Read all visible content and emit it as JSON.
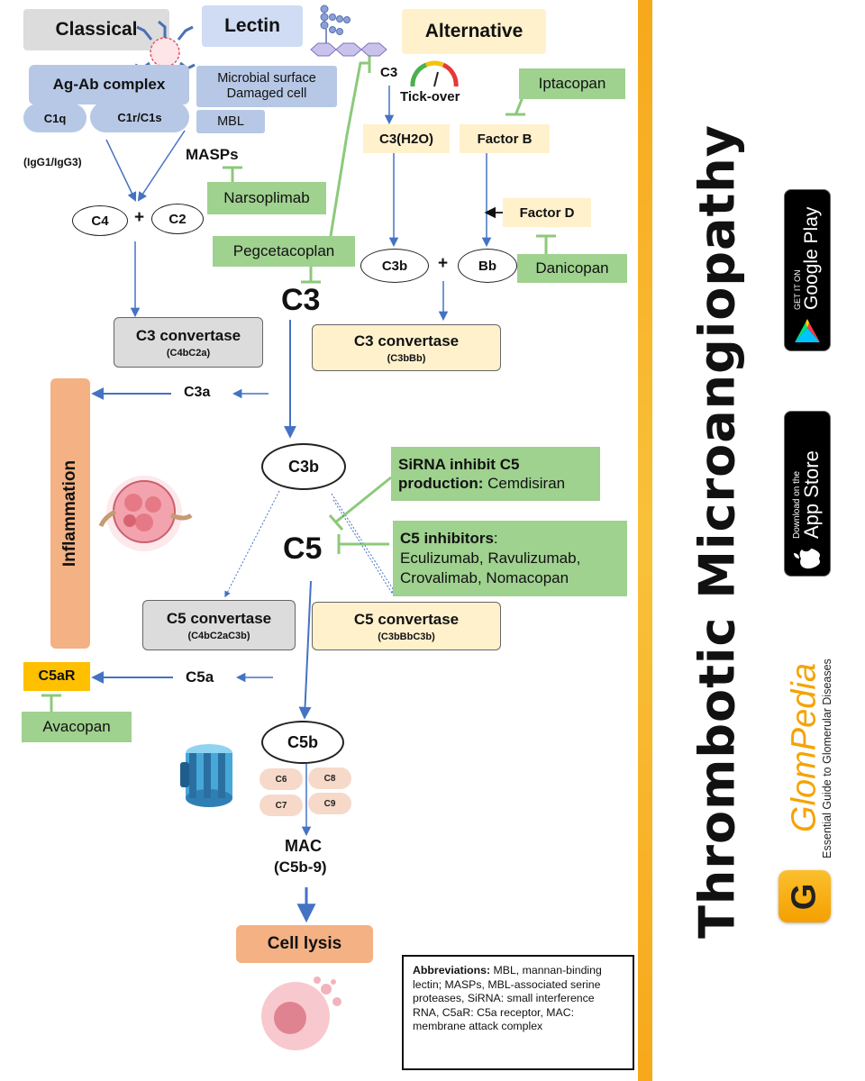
{
  "pathways": {
    "classical": "Classical",
    "lectin": "Lectin",
    "alternative": "Alternative"
  },
  "classical": {
    "complex": "Ag-Ab complex",
    "c1q": "C1q",
    "c1r_c1s": "C1r/C1s",
    "igg": "(IgG1/IgG3)"
  },
  "lectin": {
    "surface": "Microbial surface Damaged cell",
    "mbl": "MBL",
    "masps": "MASPs"
  },
  "alternative": {
    "c3": "C3",
    "tickover": "Tick-over",
    "c3h2o": "C3(H2O)",
    "factor_b": "Factor B",
    "factor_d": "Factor D",
    "c3b": "C3b",
    "bb": "Bb",
    "plus": "+"
  },
  "drugs": {
    "narsoplimab": "Narsoplimab",
    "pegcetacoplan": "Pegcetacoplan",
    "iptacopan": "Iptacopan",
    "danicopan": "Danicopan",
    "avacopan": "Avacopan"
  },
  "nodes": {
    "c4": "C4",
    "c2": "C2",
    "plus": "+",
    "c3": "C3",
    "c3a": "C3a",
    "c3b": "C3b",
    "c5": "C5",
    "c5a": "C5a",
    "c5ar": "C5aR",
    "c5b": "C5b",
    "c6": "C6",
    "c7": "C7",
    "c8": "C8",
    "c9": "C9",
    "mac": "MAC",
    "mac_sub": "(C5b-9)",
    "cell_lysis": "Cell lysis",
    "inflammation": "Inflammation"
  },
  "convertases": {
    "c3_classical": {
      "title": "C3 convertase",
      "sub": "(C4bC2a)"
    },
    "c3_alternative": {
      "title": "C3 convertase",
      "sub": "(C3bBb)"
    },
    "c5_classical": {
      "title": "C5 convertase",
      "sub": "(C4bC2aC3b)"
    },
    "c5_alternative": {
      "title": "C5 convertase",
      "sub": "(C3bBbC3b)"
    }
  },
  "sirna": {
    "title": "SiRNA inhibit C5",
    "bold2": "production:",
    "drug": "Cemdisiran"
  },
  "c5_inhibitors": {
    "title": "C5 inhibitors",
    "colon": ":",
    "line1": "Eculizumab, Ravulizumab,",
    "line2": "Crovalimab, Nomacopan"
  },
  "abbreviations": {
    "label": "Abbreviations:",
    "text": "MBL, mannan-binding lectin; MASPs, MBL-associated serine proteases, SiRNA: small interference RNA, C5aR: C5a receptor, MAC: membrane attack complex"
  },
  "sidebar": {
    "title": "Thrombotic Microangiopathy",
    "google_small": "GET IT ON",
    "google_big": "Google Play",
    "apple_small": "Download on the",
    "apple_big": "App Store",
    "brand": "GlomPedia",
    "tagline": "Essential Guide to Glomerular Diseases",
    "logo_letter": "G"
  },
  "colors": {
    "arrow_blue": "#4472c4",
    "drug_green": "#9fd18f",
    "inhibitor_green": "#8cc97a",
    "inflammation_orange": "#f4b183",
    "c5ar_yellow": "#ffc000",
    "sidebar_orange": "#f7a81b"
  }
}
